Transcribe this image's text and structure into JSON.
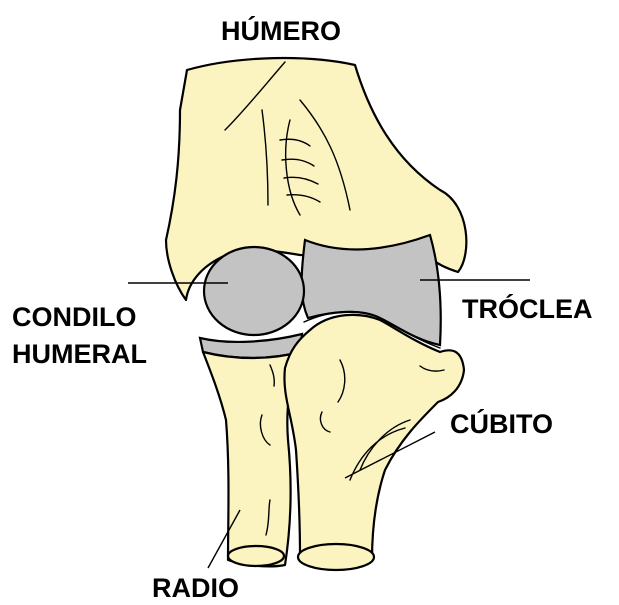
{
  "labels": {
    "humero": "HÚMERO",
    "condilo_line1": "CONDILO",
    "condilo_line2": "HUMERAL",
    "troclea": "TRÓCLEA",
    "cubito": "CÚBITO",
    "radio": "RADIO"
  },
  "colors": {
    "bone": "#fbf3c0",
    "cartilage": "#c3c3c3",
    "outline": "#000000",
    "background": "#ffffff"
  }
}
